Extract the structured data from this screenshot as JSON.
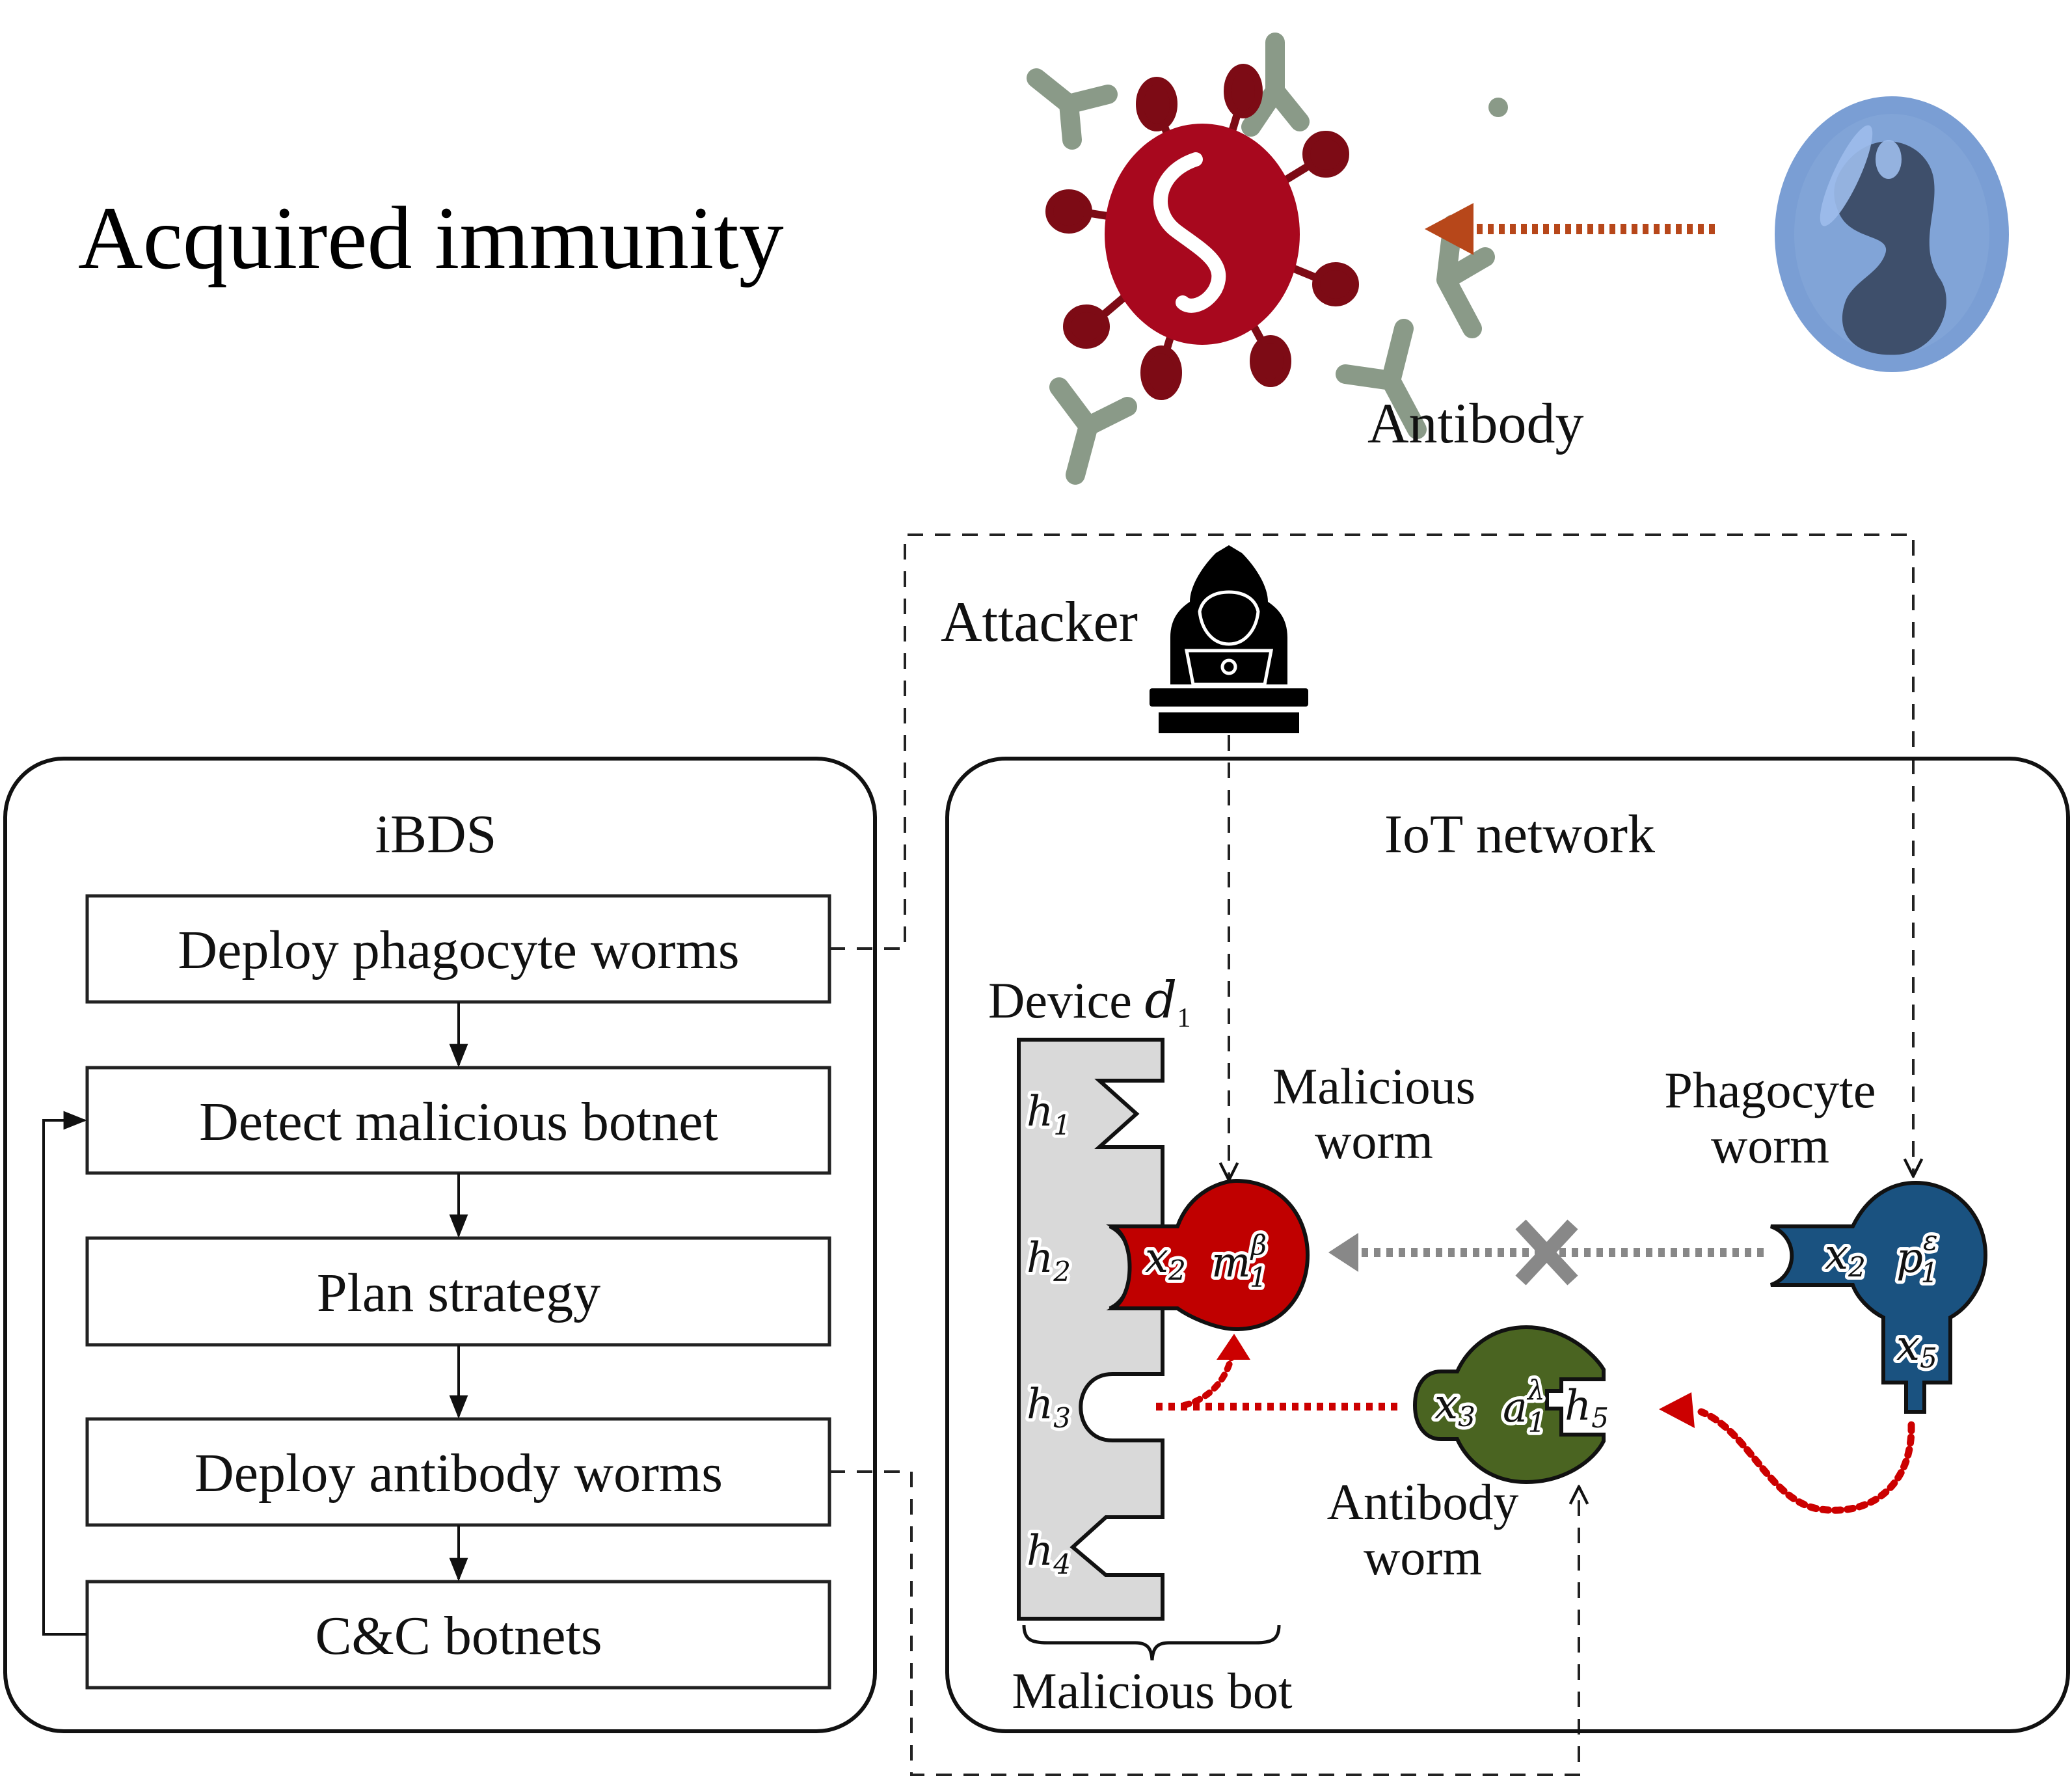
{
  "title": "Acquired immunity",
  "bio_illustration": {
    "antibody_label": "Antibody",
    "colors": {
      "virus": "#a8081e",
      "virus_spike": "#7d0b15",
      "antibody": "#8a9a88",
      "phagocyte_cell": "#7a9ed4",
      "phagocyte_nucleus": "#3e4f6b",
      "arrow": "#b7471a"
    }
  },
  "attacker": {
    "label": "Attacker",
    "icon": "hacker-laptop-icon"
  },
  "ibds": {
    "title": "iBDS",
    "steps": [
      {
        "label": "Deploy phagocyte worms"
      },
      {
        "label": "Detect malicious botnet"
      },
      {
        "label": "Plan strategy"
      },
      {
        "label": "Deploy antibody worms"
      },
      {
        "label": "C&C botnets"
      }
    ],
    "loop": "C&C botnets → Detect malicious botnet"
  },
  "iot": {
    "title": "IoT network",
    "device": {
      "label_prefix": "Device ",
      "label_var": "d",
      "label_sub": "1",
      "ports": [
        {
          "var": "h",
          "sub": "1",
          "shape": "zigzag"
        },
        {
          "var": "h",
          "sub": "2",
          "shape": "round"
        },
        {
          "var": "h",
          "sub": "3",
          "shape": "round"
        },
        {
          "var": "h",
          "sub": "4",
          "shape": "chevron"
        }
      ],
      "fill": "#d9d9d9"
    },
    "malicious_bot_label": "Malicious bot",
    "malicious_worm": {
      "label_line1": "Malicious",
      "label_line2": "worm",
      "port": {
        "var": "x",
        "sub": "2"
      },
      "id": {
        "var": "m",
        "sub": "1",
        "sup": "β"
      },
      "color": "#c00000"
    },
    "phagocyte_worm": {
      "label_line1": "Phagocyte",
      "label_line2": "worm",
      "port": {
        "var": "x",
        "sub": "2"
      },
      "id": {
        "var": "p",
        "sub": "1",
        "sup": "ε"
      },
      "port2": {
        "var": "x",
        "sub": "5"
      },
      "color": "#1a5280"
    },
    "antibody_worm": {
      "label_line1": "Antibody",
      "label_line2": "worm",
      "port": {
        "var": "x",
        "sub": "3"
      },
      "id": {
        "var": "a",
        "sub": "1",
        "sup": "λ"
      },
      "socket": {
        "var": "h",
        "sub": "5"
      },
      "color": "#4a6421"
    },
    "blocked_symbol": "×",
    "colors": {
      "red_path": "#cc0000",
      "blocked_path": "#888888"
    }
  }
}
